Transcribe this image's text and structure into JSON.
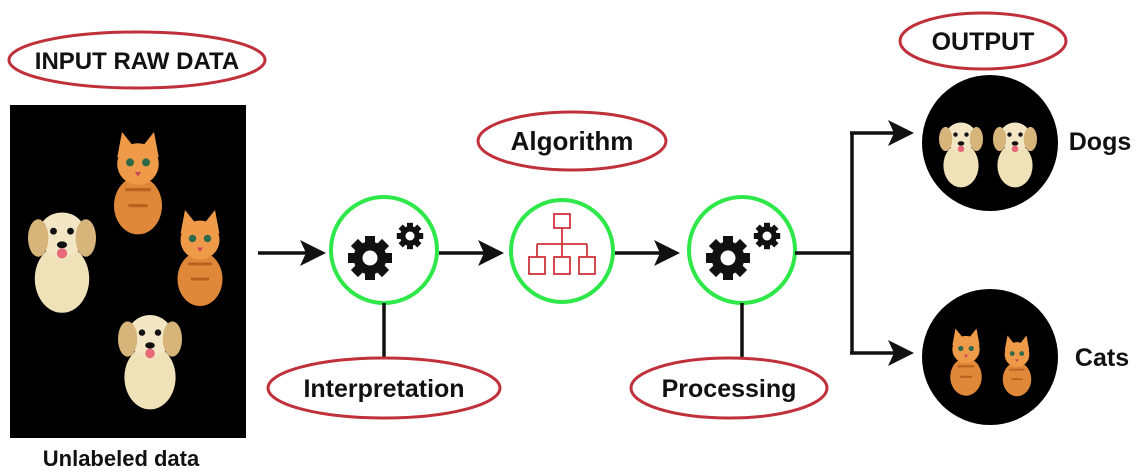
{
  "input": {
    "label": "INPUT RAW DATA",
    "caption": "Unlabeled data"
  },
  "algorithm": {
    "label": "Algorithm"
  },
  "interpretation": {
    "label": "Interpretation"
  },
  "processing": {
    "label": "Processing"
  },
  "output": {
    "label": "OUTPUT",
    "classes": [
      "Dogs",
      "Cats"
    ]
  },
  "colors": {
    "ellipse_border": "#c0303a",
    "ring": "#2ee84a",
    "dark": "#000000",
    "node_icon": "#d0353c"
  },
  "icons": [
    "gears-icon",
    "hierarchy-icon",
    "puppy-icon",
    "kitten-icon"
  ]
}
